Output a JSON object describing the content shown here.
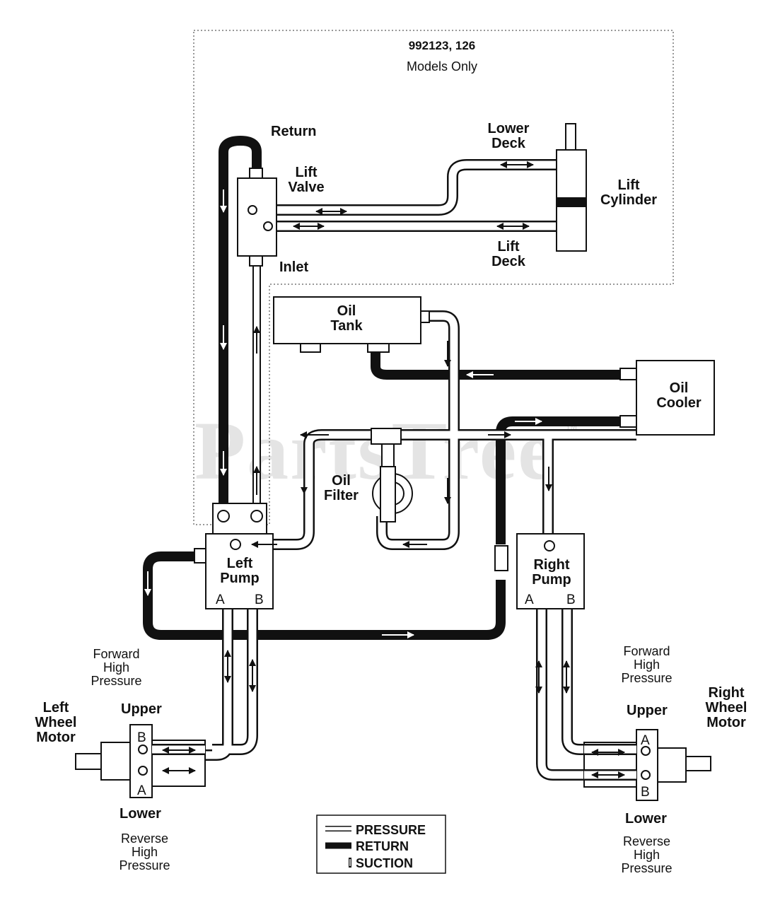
{
  "watermark": {
    "text": "PartsTree",
    "tm": "TM"
  },
  "models_note": {
    "line1": "992123, 126",
    "line2": "Models Only"
  },
  "labels": {
    "return": "Return",
    "lift_valve": "Lift\nValve",
    "inlet": "Inlet",
    "lower_deck": "Lower\nDeck",
    "lift_deck": "Lift\nDeck",
    "lift_cylinder": "Lift\nCylinder",
    "oil_tank": "Oil\nTank",
    "oil_cooler": "Oil\nCooler",
    "oil_filter": "Oil\nFilter",
    "left_pump": "Left\nPump",
    "right_pump": "Right\nPump",
    "left_wheel_motor": "Left\nWheel\nMotor",
    "right_wheel_motor": "Right\nWheel\nMotor",
    "upper_left": "Upper",
    "upper_right": "Upper",
    "lower_left": "Lower",
    "lower_right": "Lower",
    "fwd_left": "Forward\nHigh\nPressure",
    "fwd_right": "Forward\nHigh\nPressure",
    "rev_left": "Reverse\nHigh\nPressure",
    "rev_right": "Reverse\nHigh\nPressure"
  },
  "ports": {
    "left_pump_a": "A",
    "left_pump_b": "B",
    "right_pump_a": "A",
    "right_pump_b": "B",
    "left_motor_top": "B",
    "left_motor_bottom": "A",
    "right_motor_top": "A",
    "right_motor_bottom": "B"
  },
  "legend": {
    "pressure": "PRESSURE",
    "return": "RETURN",
    "suction": "SUCTION"
  },
  "colors": {
    "line": "#111111",
    "background": "#ffffff",
    "watermark": "#e4e4e4"
  }
}
